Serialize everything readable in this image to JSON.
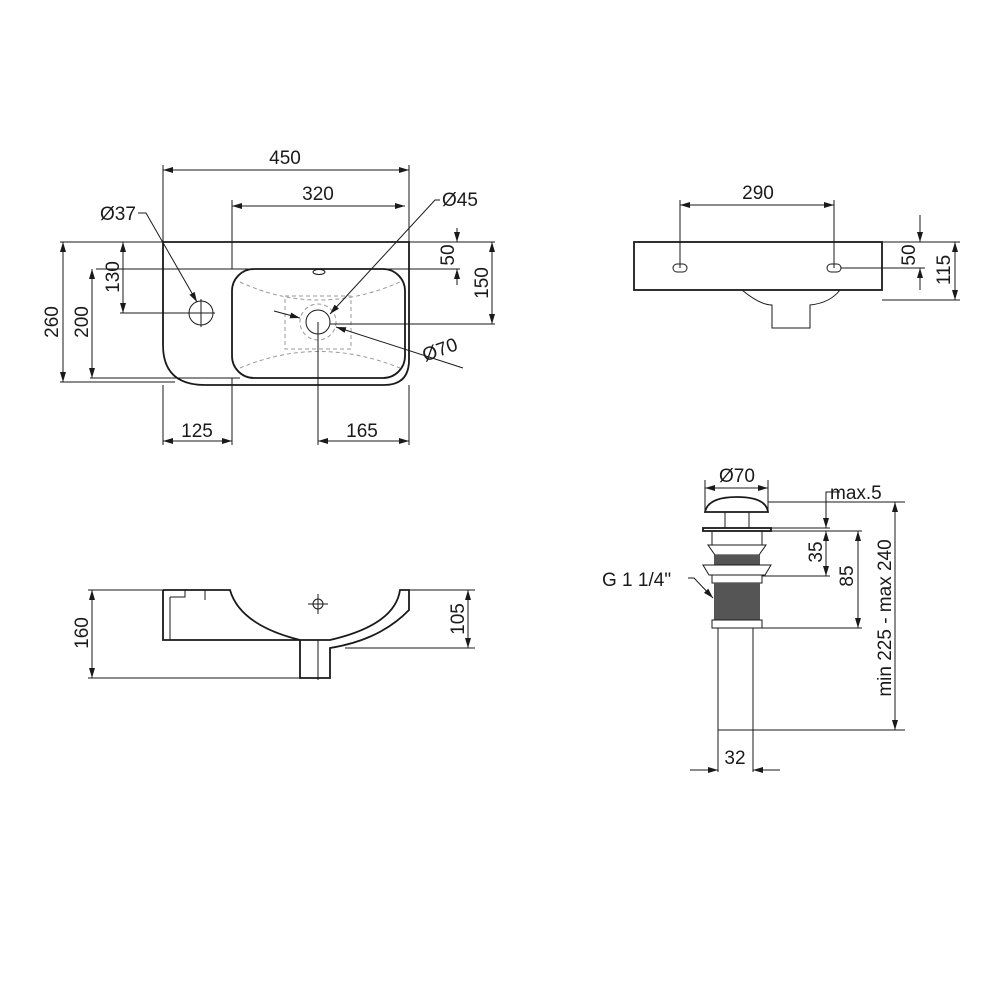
{
  "top_view": {
    "width_total": "450",
    "bowl_width": "320",
    "tap_hole_diameter": "Ø37",
    "drain_diameter": "Ø45",
    "drain_outer_diameter": "Ø70",
    "overflow_offset": "50",
    "drain_offset": "150",
    "tap_offset": "130",
    "bowl_depth": "200",
    "depth_total": "260",
    "tap_side_offset": "125",
    "drain_side_offset": "165"
  },
  "back_view": {
    "mount_hole_spacing": "290",
    "mount_hole_height": "50",
    "height": "115"
  },
  "section_view": {
    "height_total": "160",
    "bowl_height": "105"
  },
  "drain_fitting": {
    "cap_diameter": "Ø70",
    "max_gap": "max.5",
    "flange_height": "35",
    "thread_height": "85",
    "length_range": "min 225 - max 240",
    "thread_size": "G 1 1/4\"",
    "pipe_diameter": "32"
  }
}
